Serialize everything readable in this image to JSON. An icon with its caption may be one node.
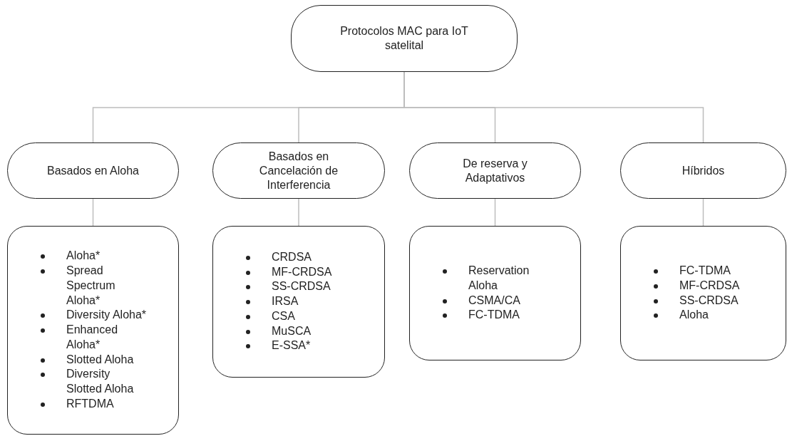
{
  "diagram": {
    "nodes": [
      {
        "text": [
          "Protocolos MAC para IoT satelital"
        ]
      },
      {
        "text": [
          "Basados en Aloha"
        ]
      },
      {
        "text": [
          "Basados en Cancelación de Interferencia"
        ]
      },
      {
        "text": [
          "De reserva y Adaptativos"
        ]
      },
      {
        "text": [
          "Híbridos"
        ]
      },
      {
        "text": [
          "Aloha*",
          "Spread Spectrum Aloha*",
          "Diversity Aloha*",
          "Enhanced Aloha*",
          "Slotted Aloha",
          "Diversity Slotted Aloha",
          "RFTDMA"
        ]
      },
      {
        "text": [
          "CRDSA",
          "MF-CRDSA",
          "SS-CRDSA",
          "IRSA",
          "CSA",
          "MuSCA",
          "E-SSA*"
        ]
      },
      {
        "text": [
          "Reservation Aloha",
          "CSMA/CA",
          "FC-TDMA"
        ]
      },
      {
        "text": [
          "FC-TDMA",
          "MF-CRDSA",
          "SS-CRDSA",
          "Aloha"
        ]
      }
    ],
    "edges": [
      {
        "from": 0,
        "to": 1,
        "arrow": "none"
      },
      {
        "from": 0,
        "to": 2,
        "arrow": "none"
      },
      {
        "from": 0,
        "to": 3,
        "arrow": "none"
      },
      {
        "from": 0,
        "to": 4,
        "arrow": "none"
      },
      {
        "from": 1,
        "to": 5,
        "arrow": "none"
      },
      {
        "from": 2,
        "to": 6,
        "arrow": "none"
      },
      {
        "from": 3,
        "to": 7,
        "arrow": "none"
      },
      {
        "from": 4,
        "to": 8,
        "arrow": "none"
      }
    ]
  }
}
